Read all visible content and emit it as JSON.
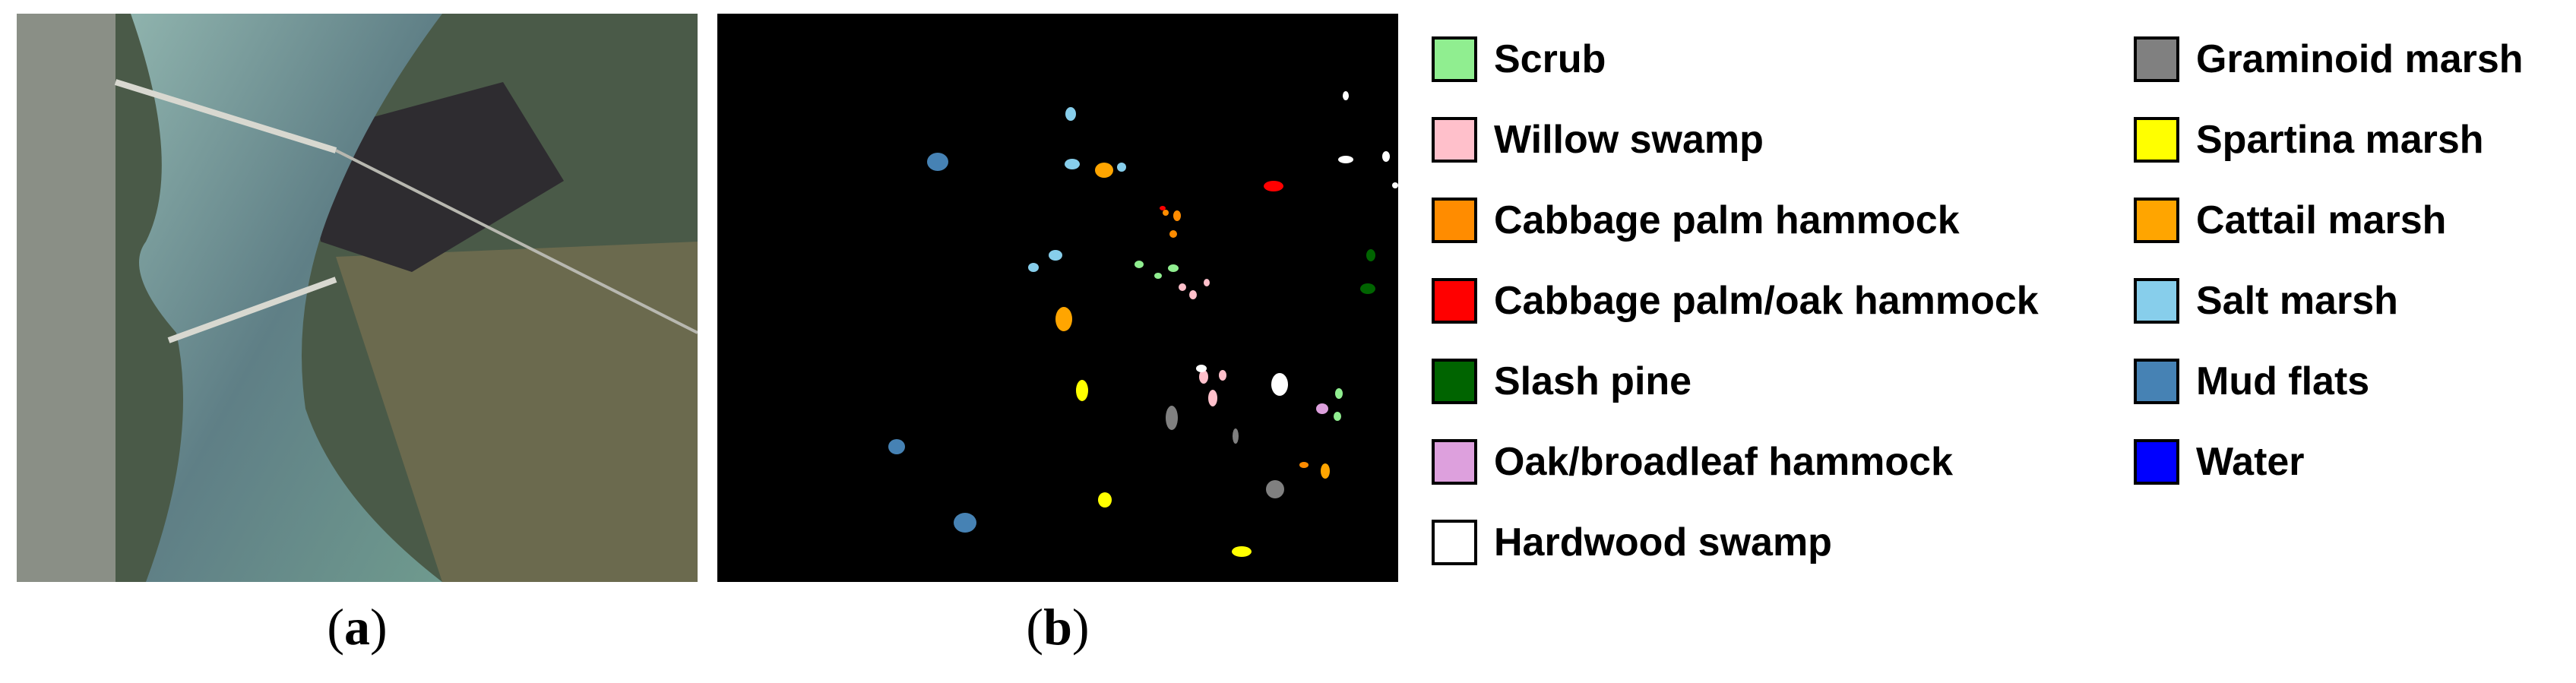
{
  "captions": {
    "a_open": "(",
    "a_letter": "a",
    "a_close": ")",
    "b_open": "(",
    "b_letter": "b",
    "b_close": ")"
  },
  "legend": [
    {
      "label": "Scrub",
      "color": "#90ee90"
    },
    {
      "label": "Willow swamp",
      "color": "#ffc0cb"
    },
    {
      "label": "Cabbage palm hammock",
      "color": "#ff8c00"
    },
    {
      "label": "Cabbage palm/oak hammock",
      "color": "#ff0000"
    },
    {
      "label": "Slash pine",
      "color": "#006400"
    },
    {
      "label": "Oak/broadleaf hammock",
      "color": "#dda0dd"
    },
    {
      "label": "Hardwood swamp",
      "color": "#ffffff"
    },
    {
      "label": "Graminoid marsh",
      "color": "#808080"
    },
    {
      "label": "Spartina marsh",
      "color": "#ffff00"
    },
    {
      "label": "Cattail marsh",
      "color": "#ffa500"
    },
    {
      "label": "Salt marsh",
      "color": "#87ceeb"
    },
    {
      "label": "Mud flats",
      "color": "#4682b4"
    },
    {
      "label": "Water",
      "color": "#0000ff"
    }
  ]
}
